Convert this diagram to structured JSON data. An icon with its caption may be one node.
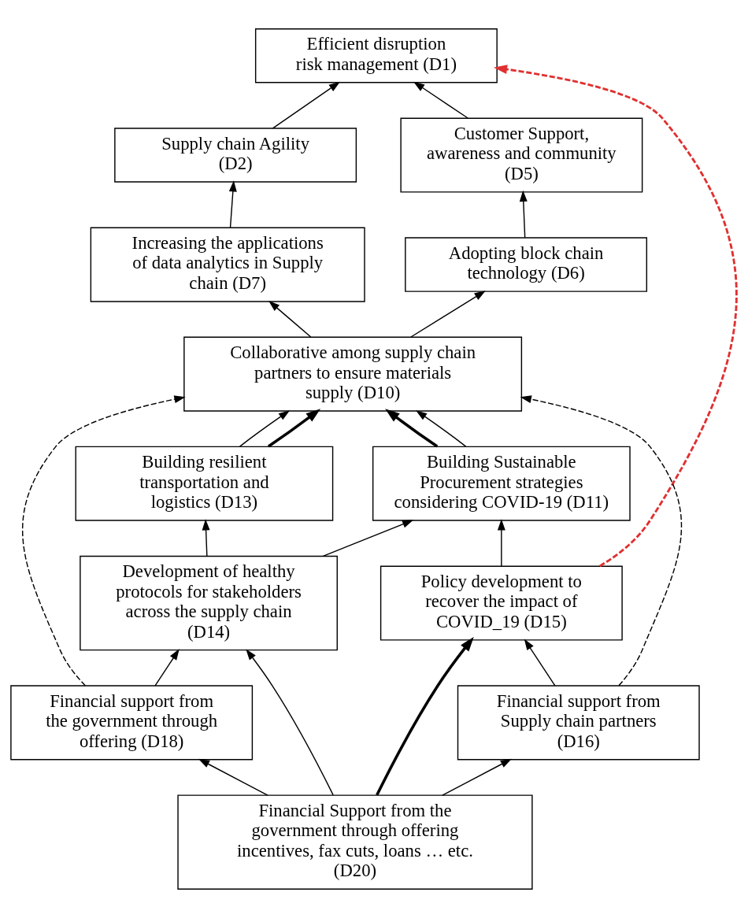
{
  "diagram": {
    "nodes": [
      {
        "text": [
          "Efficient disruption risk management (D1)"
        ]
      },
      {
        "text": [
          "Supply chain Agility (D2)"
        ]
      },
      {
        "text": [
          "Customer Support, awareness and community (D5)"
        ]
      },
      {
        "text": [
          "Increasing the applications of data analytics in Supply chain (D7)"
        ]
      },
      {
        "text": [
          "Adopting block chain technology (D6)"
        ]
      },
      {
        "text": [
          "Collaborative among supply chain partners to ensure materials supply (D10)"
        ]
      },
      {
        "text": [
          "Building Sustainable Procurement strategies considering COVID-19 (D11)"
        ]
      },
      {
        "text": [
          "Building resilient transportation and logistics (D13)"
        ]
      },
      {
        "text": [
          "Policy development to recover the impact of COVID_19 (D15)"
        ]
      },
      {
        "text": [
          "Development of healthy protocols for stakeholders across the supply chain (D14)"
        ]
      },
      {
        "text": [
          "Financial support from Supply chain partners (D16)"
        ]
      },
      {
        "text": [
          "Financial support from the government through offering (D18)"
        ]
      },
      {
        "text": [
          "Financial Support from the government through offering incentives, fax cuts, loans … etc. (D20)"
        ]
      }
    ],
    "edges": [
      {
        "from": 1,
        "to": 0,
        "arrow": "to"
      },
      {
        "from": 2,
        "to": 0,
        "arrow": "to"
      },
      {
        "from": 3,
        "to": 1,
        "arrow": "to"
      },
      {
        "from": 4,
        "to": 2,
        "arrow": "to"
      },
      {
        "from": 5,
        "to": 3,
        "arrow": "to"
      },
      {
        "from": 5,
        "to": 4,
        "arrow": "to"
      },
      {
        "from": 6,
        "to": 5,
        "arrow": "to",
        "style": "thick"
      },
      {
        "from": 6,
        "to": 5,
        "arrow": "to"
      },
      {
        "from": 7,
        "to": 5,
        "arrow": "to"
      },
      {
        "from": 7,
        "to": 5,
        "arrow": "to",
        "style": "thick"
      },
      {
        "from": 8,
        "to": 6,
        "arrow": "to"
      },
      {
        "from": 9,
        "to": 6,
        "arrow": "to"
      },
      {
        "from": 9,
        "to": 7,
        "arrow": "to"
      },
      {
        "from": 10,
        "to": 8,
        "arrow": "to"
      },
      {
        "from": 11,
        "to": 9,
        "arrow": "to"
      },
      {
        "from": 12,
        "to": 10,
        "arrow": "to"
      },
      {
        "from": 12,
        "to": 11,
        "arrow": "to"
      },
      {
        "from": 12,
        "to": 8,
        "arrow": "to",
        "style": "thick"
      },
      {
        "from": 12,
        "to": 9,
        "arrow": "to"
      },
      {
        "from": 10,
        "to": 5,
        "arrow": "to",
        "style": "dashed"
      },
      {
        "from": 11,
        "to": 5,
        "arrow": "to",
        "style": "dashed"
      },
      {
        "from": 8,
        "to": 0,
        "arrow": "to",
        "style": "dashed",
        "color": "#e03030"
      }
    ]
  }
}
